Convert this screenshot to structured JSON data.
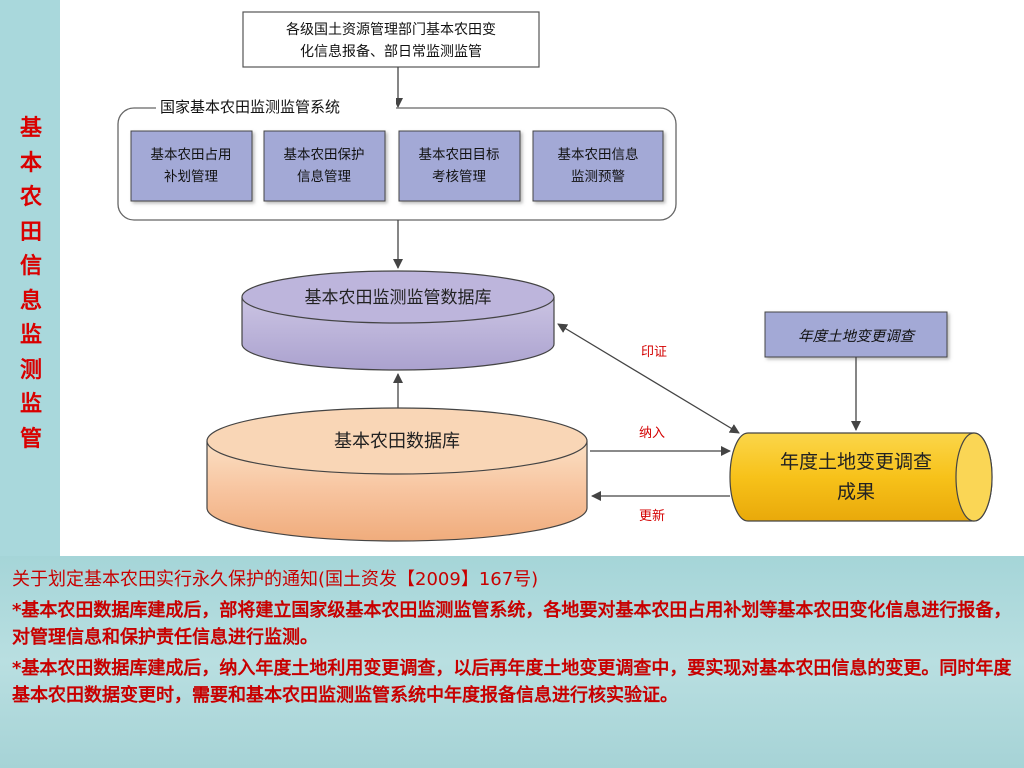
{
  "sidebar": {
    "title_chars": [
      "基",
      "本",
      "农",
      "田",
      "信",
      "息",
      "监",
      "测",
      "监",
      "管"
    ],
    "color": "#d90000"
  },
  "diagram": {
    "top_box": {
      "line1": "各级国土资源管理部门基本农田变",
      "line2": "化信息报备、部日常监测监管"
    },
    "system_group": {
      "label": "国家基本农田监测监管系统",
      "modules": [
        {
          "line1": "基本农田占用",
          "line2": "补划管理"
        },
        {
          "line1": "基本农田保护",
          "line2": "信息管理"
        },
        {
          "line1": "基本农田目标",
          "line2": "考核管理"
        },
        {
          "line1": "基本农田信息",
          "line2": "监测预警"
        }
      ]
    },
    "monitor_db": "基本农田监测监管数据库",
    "farmland_db": "基本农田数据库",
    "survey_box": "年度土地变更调查",
    "survey_result": {
      "line1": "年度土地变更调查",
      "line2": "成果"
    },
    "edges": {
      "verify": "印证",
      "include": "纳入",
      "update": "更新"
    },
    "colors": {
      "module_fill": "#a3a9d6",
      "monitor_db_fill": "#b4acd4",
      "farmland_db_fill": "#f7c49f",
      "survey_result_fill": "#f7c21a",
      "edge_label": "#d40000"
    }
  },
  "notes": {
    "line1": "关于划定基本农田实行永久保护的通知(国土资发【2009】167号)",
    "para1": "*基本农田数据库建成后，部将建立国家级基本农田监测监管系统，各地要对基本农田占用补划等基本农田变化信息进行报备，对管理信息和保护责任信息进行监测。",
    "para2": "*基本农田数据库建成后，纳入年度土地利用变更调查，以后再年度土地变更调查中，要实现对基本农田信息的变更。同时年度基本农田数据变更时，需要和基本农田监测监管系统中年度报备信息进行核实验证。"
  }
}
